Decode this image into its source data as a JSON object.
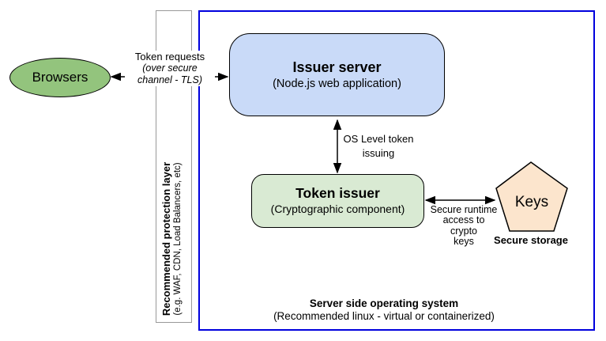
{
  "diagram": {
    "nodes": {
      "browsers": {
        "label": "Browsers",
        "fill": "#93c47d"
      },
      "issuer_server": {
        "title": "Issuer server",
        "subtitle": "(Node.js web application)",
        "fill": "#c9daf8"
      },
      "token_issuer": {
        "title": "Token issuer",
        "subtitle": "(Cryptographic component)",
        "fill": "#d9ead3"
      },
      "keys": {
        "label": "Keys",
        "caption": "Secure storage",
        "fill": "#fce5cd"
      }
    },
    "containers": {
      "protection_layer": {
        "title": "Recommended protection layer",
        "subtitle": "(e.g. WAF, CDN, Load Balancers, etc)",
        "border_color": "#999999"
      },
      "server_os": {
        "title": "Server side operating system",
        "subtitle": "(Recommended linux - virtual or containerized)",
        "border_color": "#0000dd"
      }
    },
    "edge_labels": {
      "token_requests": {
        "lines": [
          "Token requests",
          "(over secure",
          "channel - TLS)"
        ]
      },
      "os_level": {
        "lines": [
          "OS Level token",
          "issuing"
        ]
      },
      "secure_runtime": {
        "lines": [
          "Secure runtime",
          "access to crypto",
          "keys"
        ]
      }
    },
    "arrow_color": "#000000"
  }
}
